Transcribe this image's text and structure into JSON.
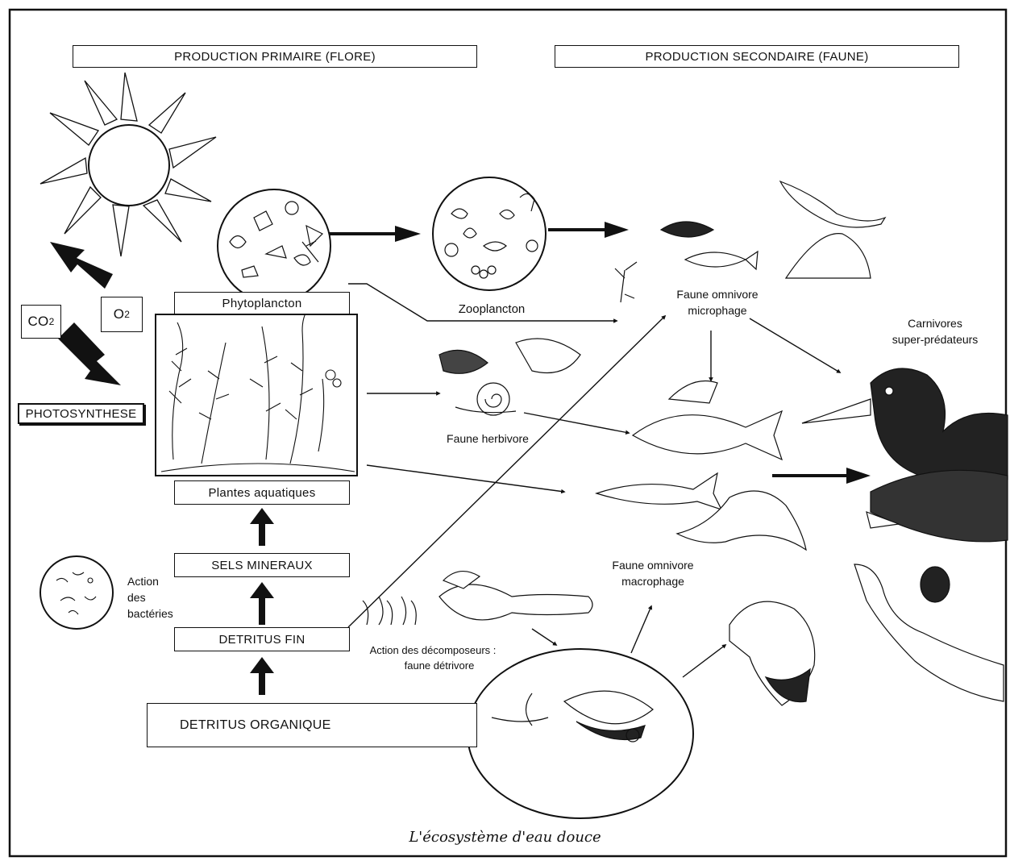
{
  "headers": {
    "primary": "PRODUCTION PRIMAIRE (FLORE)",
    "secondary": "PRODUCTION SECONDAIRE (FAUNE)"
  },
  "boxes": {
    "co2": "CO",
    "co2_sub": "2",
    "o2": "O",
    "o2_sub": "2",
    "photosynthese": "PHOTOSYNTHESE",
    "phytoplancton": "Phytoplancton",
    "plantes": "Plantes aquatiques",
    "sels": "SELS MINERAUX",
    "detritus_fin": "DETRITUS FIN",
    "detritus_organique": "DETRITUS ORGANIQUE"
  },
  "labels": {
    "zooplancton": "Zooplancton",
    "faune_omnivore_micro_1": "Faune omnivore",
    "faune_omnivore_micro_2": "microphage",
    "carnivores_1": "Carnivores",
    "carnivores_2": "super-prédateurs",
    "faune_herbivore": "Faune herbivore",
    "faune_omnivore_macro_1": "Faune omnivore",
    "faune_omnivore_macro_2": "macrophage",
    "bacteries_1": "Action",
    "bacteries_2": "des",
    "bacteries_3": "bactéries",
    "decomposeurs_1": "Action des décomposeurs :",
    "decomposeurs_2": "faune détrivore"
  },
  "caption": "L'écosystème d'eau douce"
}
